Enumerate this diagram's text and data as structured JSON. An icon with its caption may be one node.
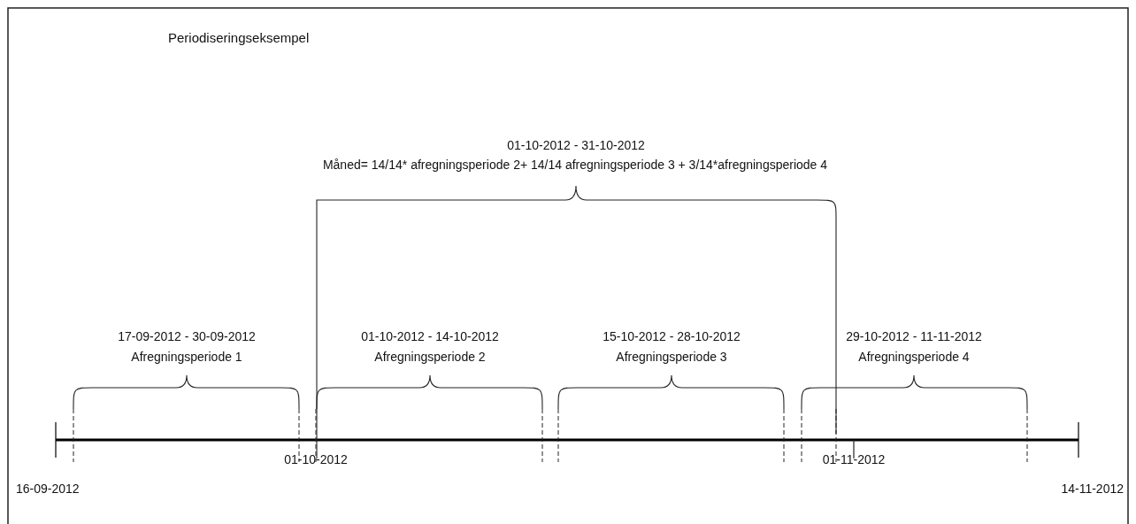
{
  "diagram": {
    "title": "Periodiseringseksempel",
    "labels": [
      "01-10-2012 - 31-10-2012",
      "Måned= 14/14* afregningsperiode 2+ 14/14 afregningsperiode 3 + 3/14*afregningsperiode 4",
      "17-09-2012 - 30-09-2012",
      "Afregningsperiode 1",
      "01-10-2012 - 14-10-2012",
      "Afregningsperiode 2",
      "15-10-2012 - 28-10-2012",
      "Afregningsperiode 3",
      "29-10-2012 - 11-11-2012",
      "Afregningsperiode 4",
      "01-10-2012",
      "01-11-2012",
      "16-09-2012",
      "14-11-2012"
    ]
  }
}
